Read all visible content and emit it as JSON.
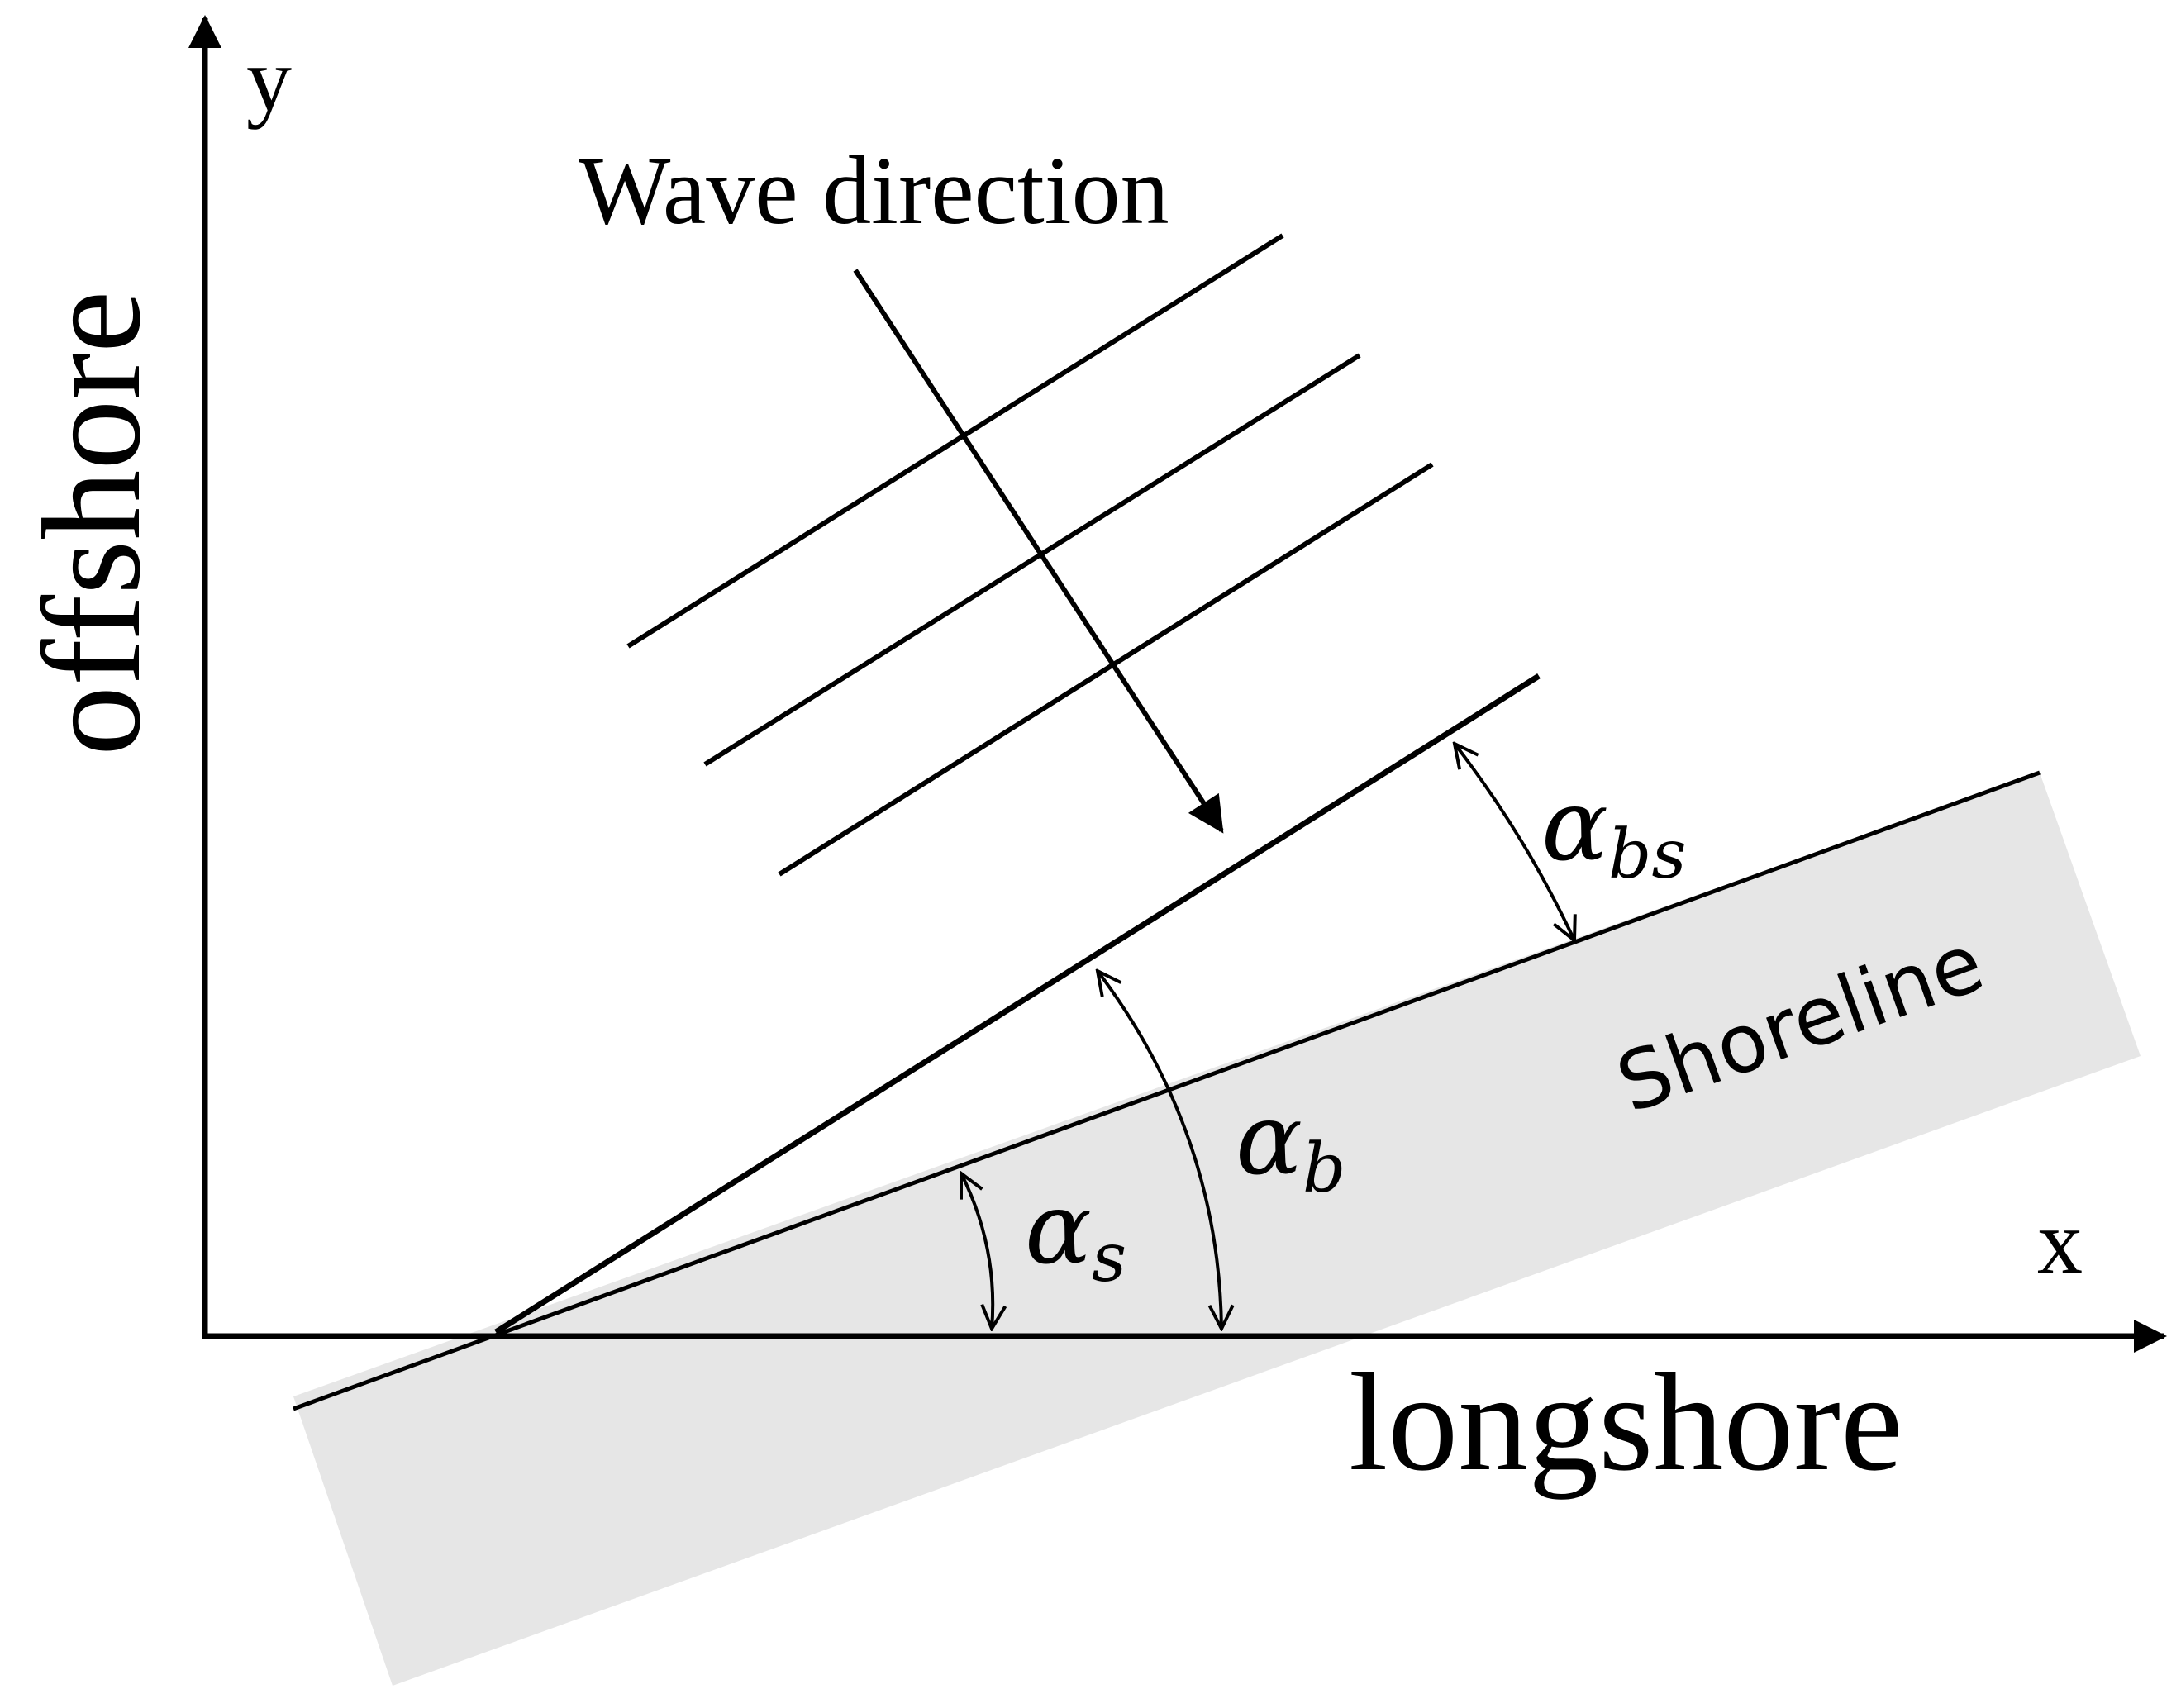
{
  "labels": {
    "y_axis": "y",
    "x_axis": "x",
    "offshore": "offshore",
    "longshore": "longshore",
    "wave_direction": "Wave direction",
    "shoreline": "Shoreline"
  },
  "angles": {
    "alpha_bs": {
      "symbol": "α",
      "subscript": "bs"
    },
    "alpha_b": {
      "symbol": "α",
      "subscript": "b"
    },
    "alpha_s": {
      "symbol": "α",
      "subscript": "s"
    }
  },
  "colors": {
    "shore_fill": "#e6e6e6",
    "ink": "#000000",
    "background": "#ffffff"
  }
}
